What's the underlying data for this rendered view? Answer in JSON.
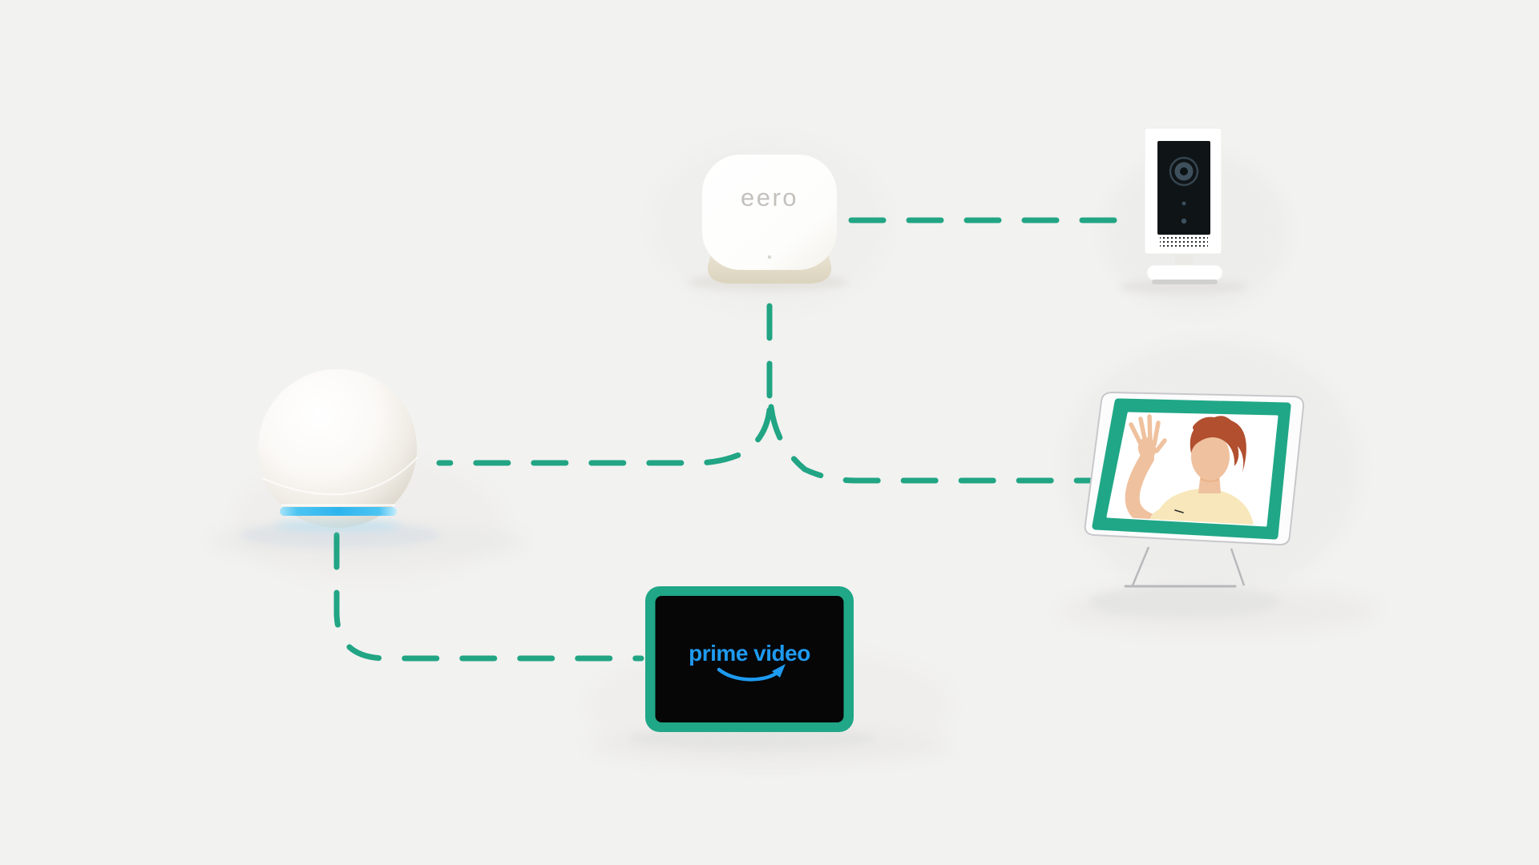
{
  "scene": {
    "name": "smart-home-connectivity-illustration",
    "background_color": "#f2f2f0"
  },
  "colors": {
    "connection_teal": "#21a584",
    "frame_teal": "#20a787",
    "prime_blue": "#1e9af0",
    "echo_ring_cyan": "#2db4ed",
    "eero_logo_gray": "#c4c1bc",
    "camera_panel_black": "#0f1417",
    "tablet_screen_black": "#060607",
    "skin": "#efc19e",
    "hair_auburn": "#b14f2e",
    "shirt_cream": "#f8e7ba",
    "bezel_gray": "#c8c8cc",
    "stand_gray": "#b8b8bc"
  },
  "devices": {
    "router": {
      "label": "eero",
      "type": "wifi-router"
    },
    "camera": {
      "type": "indoor-security-camera"
    },
    "speaker": {
      "type": "echo-dot-smart-speaker"
    },
    "display": {
      "type": "smart-display-video-call"
    },
    "tablet": {
      "label": "prime video",
      "type": "tablet-streaming"
    }
  },
  "connections": [
    {
      "from": "router",
      "to": "camera",
      "style": "dashed"
    },
    {
      "from": "router",
      "to": "speaker",
      "style": "dashed"
    },
    {
      "from": "router",
      "to": "display",
      "style": "dashed"
    },
    {
      "from": "speaker",
      "to": "tablet",
      "style": "dashed"
    }
  ]
}
